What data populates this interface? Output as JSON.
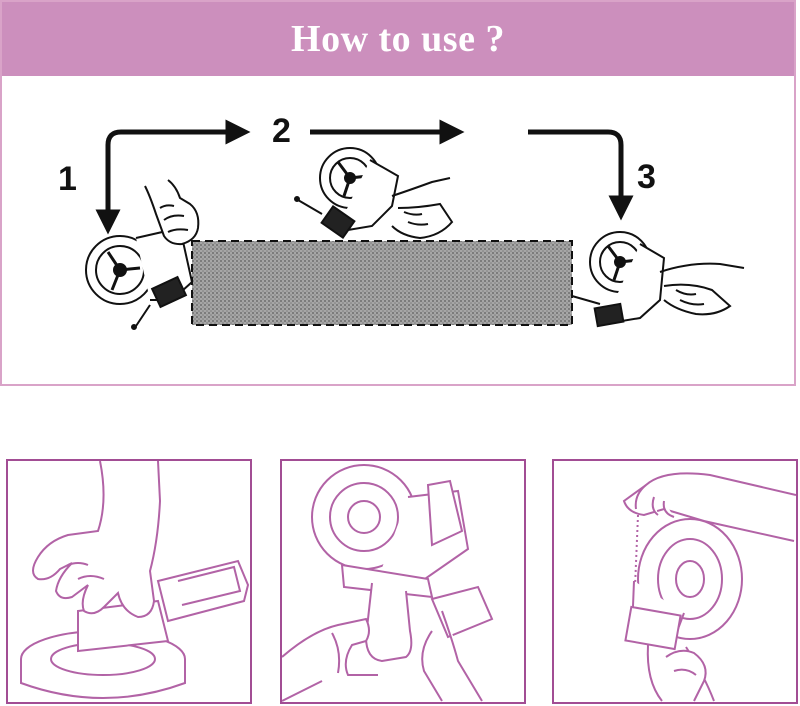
{
  "title": "How to use ?",
  "steps": [
    {
      "label": "1"
    },
    {
      "label": "2"
    },
    {
      "label": "3"
    }
  ],
  "colors": {
    "header_bg": "#cc8fbd",
    "panel_border": "#d9a3c8",
    "thumb_border": "#a24d94",
    "thumb_line": "#b263a6",
    "tape_fill": "#8c8c8c"
  },
  "icons": [
    "arrow-icon",
    "tape-dispenser-icon",
    "hand-icon"
  ]
}
